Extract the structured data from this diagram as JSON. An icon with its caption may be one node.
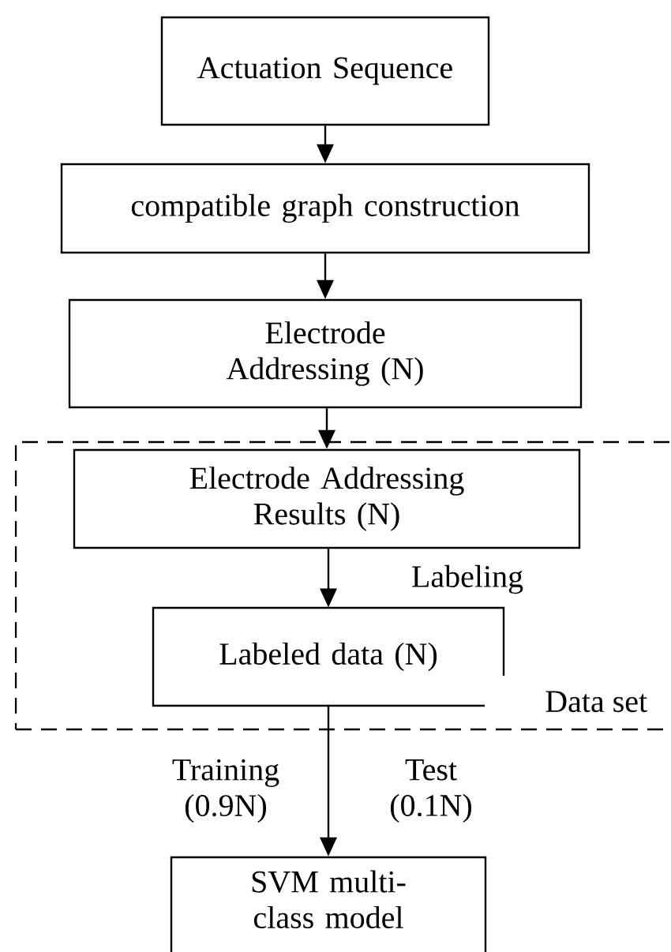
{
  "diagram": {
    "nodes": [
      {
        "text": [
          "Actuation Sequence"
        ]
      },
      {
        "text": [
          "compatible graph construction"
        ]
      },
      {
        "text": [
          "Electrode Addressing (N)"
        ]
      },
      {
        "text": [
          "Data set"
        ]
      },
      {
        "text": [
          "Electrode Addressing Results (N)"
        ],
        "in": 3
      },
      {
        "text": [
          "Labeled data (N)"
        ],
        "in": 3
      },
      {
        "text": [
          "SVM multi-class model"
        ]
      }
    ],
    "edges": [
      {
        "from": 0,
        "to": 1,
        "arrow": "to"
      },
      {
        "from": 1,
        "to": 2,
        "arrow": "to"
      },
      {
        "from": 2,
        "to": 4,
        "arrow": "to"
      },
      {
        "from": 4,
        "to": 5,
        "arrow": "to",
        "label": "Labeling"
      },
      {
        "from": 5,
        "to": 6,
        "arrow": "to",
        "label": "Training (0.9N)"
      }
    ],
    "labels": [
      "Test (0.1N)"
    ]
  }
}
